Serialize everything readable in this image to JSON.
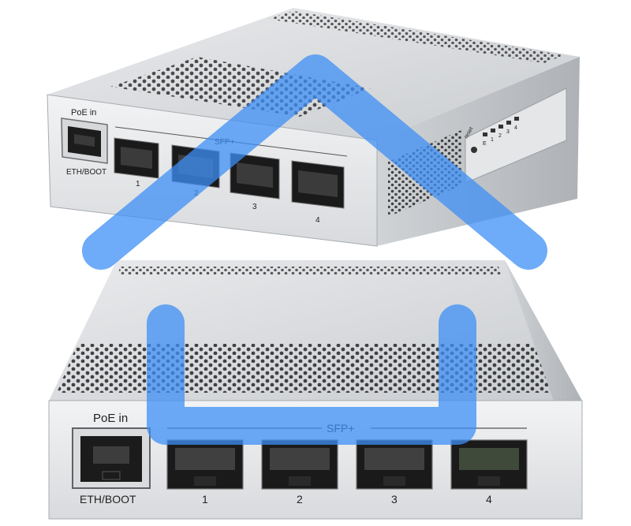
{
  "top_device": {
    "poe_label": "PoE in",
    "eth_label": "ETH/BOOT",
    "sfp_group_label": "SFP+",
    "ports": [
      "1",
      "2",
      "3",
      "4"
    ],
    "side_panel": {
      "reset_label": "reset",
      "led_labels": [
        "E",
        "1",
        "2",
        "3",
        "4"
      ]
    }
  },
  "bottom_device": {
    "poe_label": "PoE in",
    "eth_label": "ETH/BOOT",
    "sfp_group_label": "SFP+",
    "ports": [
      "1",
      "2",
      "3",
      "4"
    ]
  },
  "overlay": {
    "icon": "home-icon",
    "color": "#3d8ff5"
  },
  "colors": {
    "chassis": "#dcdee1",
    "chassis_dark": "#b8bbbf",
    "port": "#1c1c1c"
  }
}
